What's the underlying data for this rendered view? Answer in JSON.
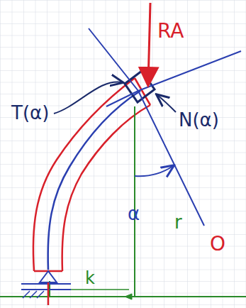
{
  "diagram": {
    "labels": [
      "RA",
      "T(α)",
      "N(α)",
      "r",
      "α",
      "O",
      "k"
    ]
  }
}
